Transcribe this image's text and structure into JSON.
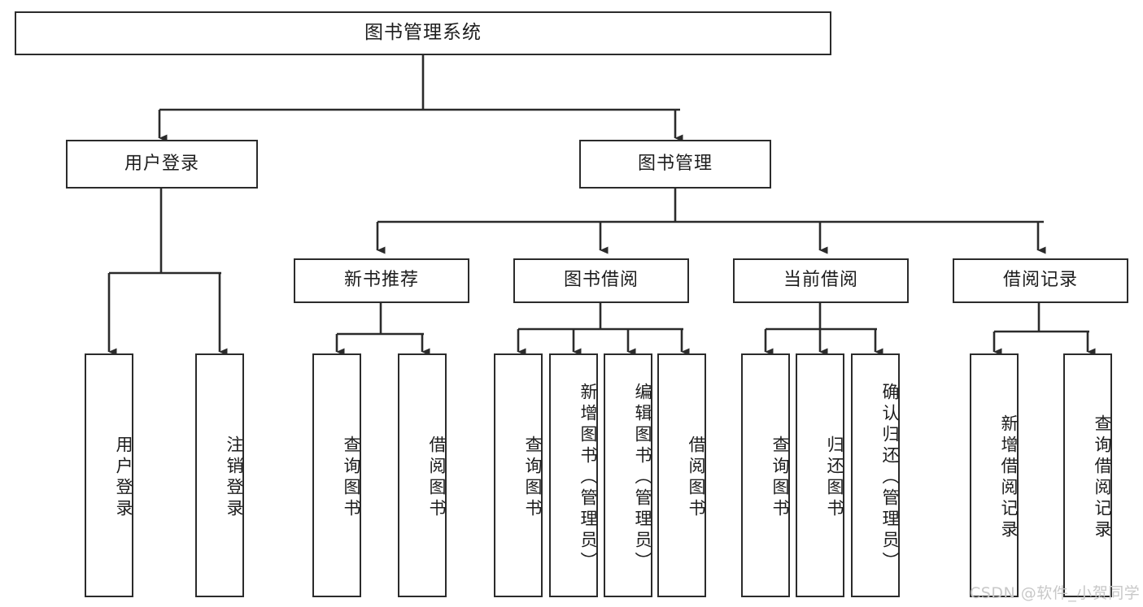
{
  "diagram": {
    "title": "图书管理系统",
    "type": "功能结构图",
    "watermark": "CSDN @软件_小贺同学",
    "colors": {
      "box_border": "#2b2b2b",
      "box_fill": "#ffffff",
      "connector": "#2b2b2b",
      "text": "#1d1d1d",
      "watermark": "#c8c8c8",
      "background": "#ffffff"
    },
    "nodes": {
      "root": {
        "label": "图书管理系统",
        "orientation": "horizontal"
      },
      "level2": [
        {
          "id": "user-login",
          "label": "用户登录",
          "orientation": "horizontal"
        },
        {
          "id": "book-manage",
          "label": "图书管理",
          "orientation": "horizontal"
        }
      ],
      "level3": [
        {
          "id": "new-book-recommend",
          "label": "新书推荐",
          "orientation": "horizontal"
        },
        {
          "id": "book-borrow",
          "label": "图书借阅",
          "orientation": "horizontal"
        },
        {
          "id": "current-borrow",
          "label": "当前借阅",
          "orientation": "horizontal"
        },
        {
          "id": "borrow-record",
          "label": "借阅记录",
          "orientation": "horizontal"
        }
      ],
      "leaves": [
        {
          "id": "leaf-user-login",
          "label": "用户登录",
          "parent": "user-login",
          "orientation": "vertical"
        },
        {
          "id": "leaf-logout-login",
          "label": "注销登录",
          "parent": "user-login",
          "orientation": "vertical"
        },
        {
          "id": "leaf-query-book-1",
          "label": "查询图书",
          "parent": "new-book-recommend",
          "orientation": "vertical"
        },
        {
          "id": "leaf-borrow-book-1",
          "label": "借阅图书",
          "parent": "new-book-recommend",
          "orientation": "vertical"
        },
        {
          "id": "leaf-query-book-2",
          "label": "查询图书",
          "parent": "book-borrow",
          "orientation": "vertical"
        },
        {
          "id": "leaf-add-book",
          "label": "新增图书（管理员）",
          "parent": "book-borrow",
          "orientation": "vertical"
        },
        {
          "id": "leaf-edit-book",
          "label": "编辑图书（管理员）",
          "parent": "book-borrow",
          "orientation": "vertical"
        },
        {
          "id": "leaf-borrow-book-2",
          "label": "借阅图书",
          "parent": "book-borrow",
          "orientation": "vertical"
        },
        {
          "id": "leaf-query-book-3",
          "label": "查询图书",
          "parent": "current-borrow",
          "orientation": "vertical"
        },
        {
          "id": "leaf-return-book",
          "label": "归还图书",
          "parent": "current-borrow",
          "orientation": "vertical"
        },
        {
          "id": "leaf-confirm-return",
          "label": "确认归还（管理员）",
          "parent": "current-borrow",
          "orientation": "vertical"
        },
        {
          "id": "leaf-add-record",
          "label": "新增借阅记录",
          "parent": "borrow-record",
          "orientation": "vertical"
        },
        {
          "id": "leaf-query-record",
          "label": "查询借阅记录",
          "parent": "borrow-record",
          "orientation": "vertical"
        }
      ]
    }
  }
}
